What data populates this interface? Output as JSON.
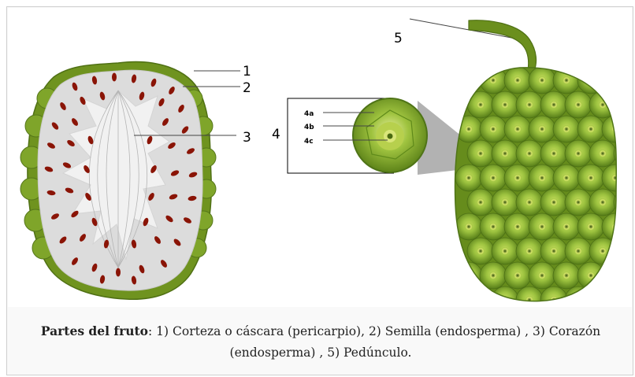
{
  "diagram": {
    "labels": {
      "l1": "1",
      "l2": "2",
      "l3": "3",
      "l4": "4",
      "l4a": "4a",
      "l4b": "4b",
      "l4c": "4c",
      "l5": "5"
    },
    "colors": {
      "rind": "#7ea12a",
      "rind_dark": "#55761a",
      "flesh": "#dedede",
      "core": "#ececec",
      "seed": "#8a1406",
      "fruit_green": "#8fb537",
      "fruit_dark": "#4f7417",
      "line": "#000000"
    }
  },
  "caption": {
    "bold": "Partes del fruto",
    "line1": ": 1) Corteza o cáscara (pericarpio), 2) Semilla (endosperma) , 3) Corazón",
    "line2": "(endosperma) , 5) Pedúnculo."
  }
}
